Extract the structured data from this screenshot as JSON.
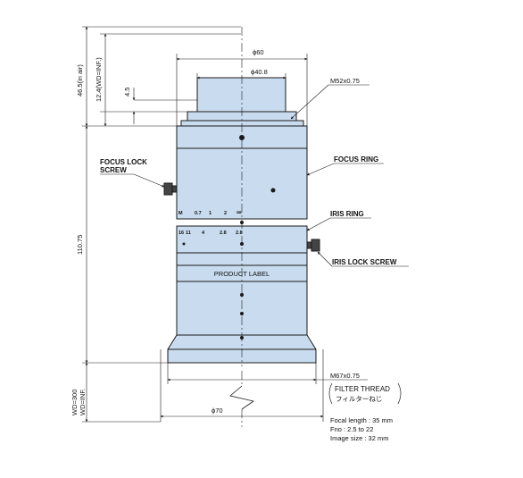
{
  "dimensions": {
    "top_diameter": "ϕ60",
    "mount_diameter": "ϕ40.8",
    "mount_thread": "M52x0.75",
    "flange_distance": "46.5(in air)",
    "back_focus": "12.4(WD=INF.)",
    "mount_length": "4.5",
    "body_length": "110.75",
    "wd_range_line1": "WD=300",
    "wd_range_line2": "WD=INF.",
    "bottom_diameter": "ϕ70",
    "filter_thread": "M67x0.75"
  },
  "callouts": {
    "focus_lock_line1": "FOCUS LOCK",
    "focus_lock_line2": "SCREW",
    "focus_ring": "FOCUS RING",
    "iris_ring": "IRIS RING",
    "iris_lock_screw": "IRIS LOCK SCREW",
    "product_label": "PRODUCT LABEL",
    "filter_thread_en": "FILTER THREAD",
    "filter_thread_jp": "フィルターねじ"
  },
  "focus_scale": [
    "M",
    "0.7",
    "1",
    "2",
    "∞"
  ],
  "iris_scale": [
    "16",
    "11",
    "4",
    "2.8",
    "2.8"
  ],
  "specs": {
    "focal_length": "Focal length : 35 mm",
    "fno": "Fno : 2.5 to 22",
    "image_size": "Image size : 32 mm"
  },
  "colors": {
    "body": "#c9dcef",
    "outline": "#1a1a1a"
  }
}
